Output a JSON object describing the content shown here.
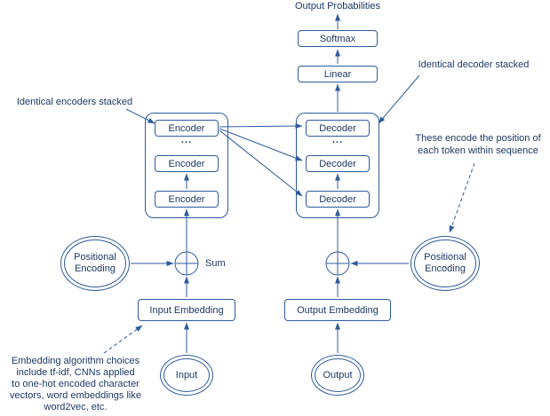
{
  "palette": {
    "line": "#2e5b9c",
    "text": "#1f3864",
    "background": "#ffffff"
  },
  "diagram": {
    "output_probabilities": "Output Probabilities",
    "softmax": "Softmax",
    "linear": "Linear",
    "encoder": "Encoder",
    "decoder": "Decoder",
    "stack_dots": "...",
    "input_embedding": "Input Embedding",
    "output_embedding": "Output Embedding",
    "positional_encoding": "Positional Encoding",
    "sum": "Sum",
    "input": "Input",
    "output": "Output"
  },
  "annotations": {
    "identical_encoders": "Identical encoders stacked",
    "identical_decoder": "Identical decoder stacked",
    "position_note": "These encode the position of\neach token within sequence",
    "embedding_note": "Embedding algorithm choices\ninclude tf-idf, CNNs applied\nto one-hot encoded character\nvectors, word embeddings like\nword2vec, etc."
  }
}
